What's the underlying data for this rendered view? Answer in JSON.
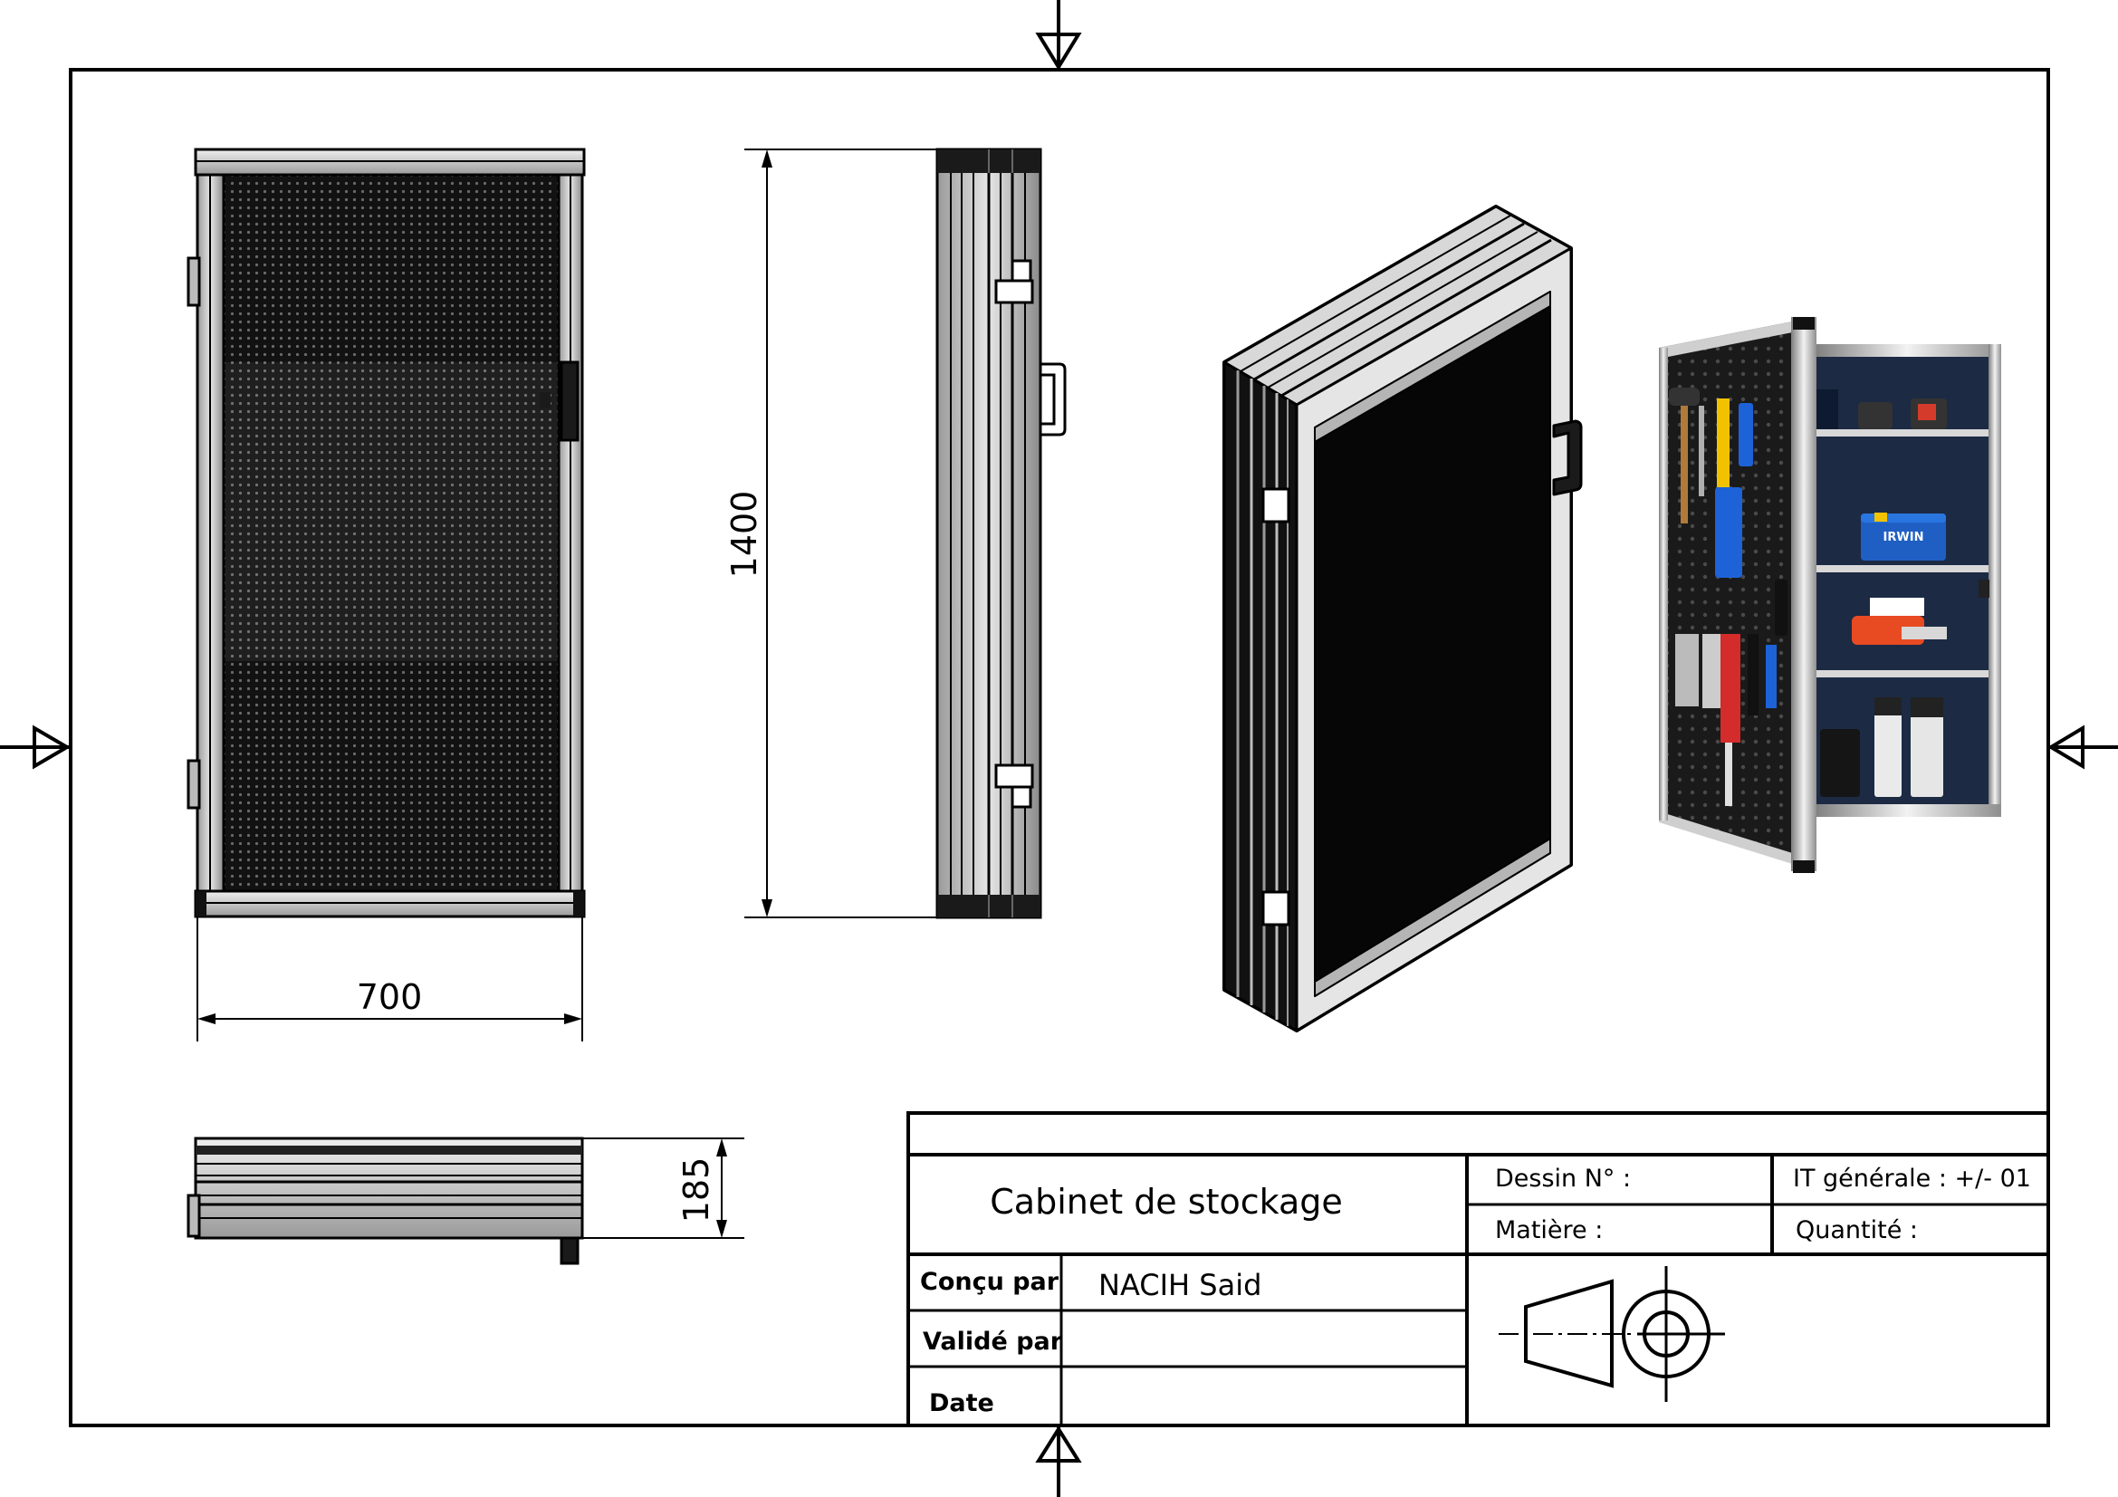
{
  "dimensions": {
    "width": "700",
    "height": "1400",
    "depth": "185"
  },
  "title_block": {
    "title": "Cabinet de stockage",
    "drawing_number_label": "Dessin N° :",
    "material_label": "Matière :",
    "tolerance_label": "IT générale : +/- 01",
    "quantity_label": "Quantité :",
    "designed_by_label": "Conçu par",
    "designed_by_value": "NACIH Said",
    "validated_by_label": "Validé par",
    "date_label": "Date"
  },
  "photo": {
    "brand_label": "IRWIN"
  },
  "icons": [
    "center-mark-icon",
    "projection-symbol-icon"
  ],
  "colors": {
    "line": "#000000",
    "panel_dark": "#0b0b0b",
    "frame_gray": "#c8c8c8",
    "photo_navy": "#1c2a44",
    "brand_yellow": "#f2c200"
  }
}
